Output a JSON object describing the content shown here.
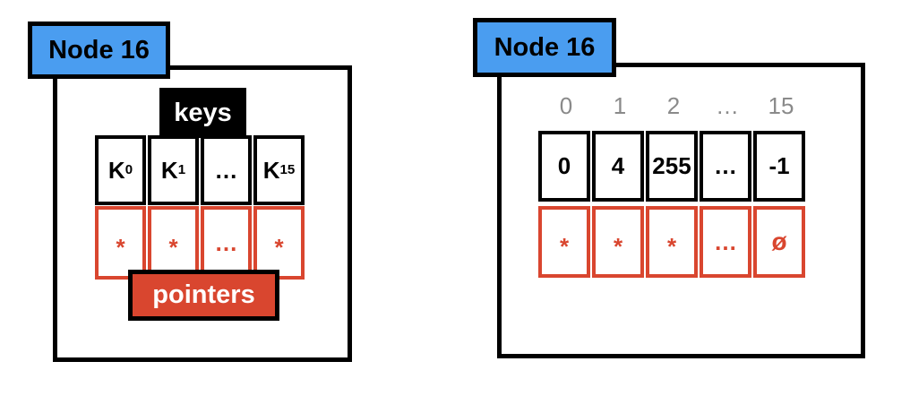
{
  "left_diagram": {
    "node_label": "Node 16",
    "keys_label": "keys",
    "pointers_label": "pointers",
    "key_cells": [
      {
        "main": "K",
        "sub": "0"
      },
      {
        "main": "K",
        "sub": "1"
      },
      {
        "main": "…",
        "sub": ""
      },
      {
        "main": "K",
        "sub": "15"
      }
    ],
    "pointer_cells": [
      "*",
      "*",
      "…",
      "*"
    ]
  },
  "right_diagram": {
    "node_label": "Node 16",
    "index_labels": [
      "0",
      "1",
      "2",
      "…",
      "15"
    ],
    "key_cells": [
      "0",
      "4",
      "255",
      "…",
      "-1"
    ],
    "pointer_cells": [
      "*",
      "*",
      "*",
      "…",
      "ø"
    ]
  },
  "colors": {
    "node_label_blue": "#4A9DF0",
    "pointer_red": "#D9462F",
    "index_gray": "#8A8A8A",
    "border_black": "#000000"
  }
}
